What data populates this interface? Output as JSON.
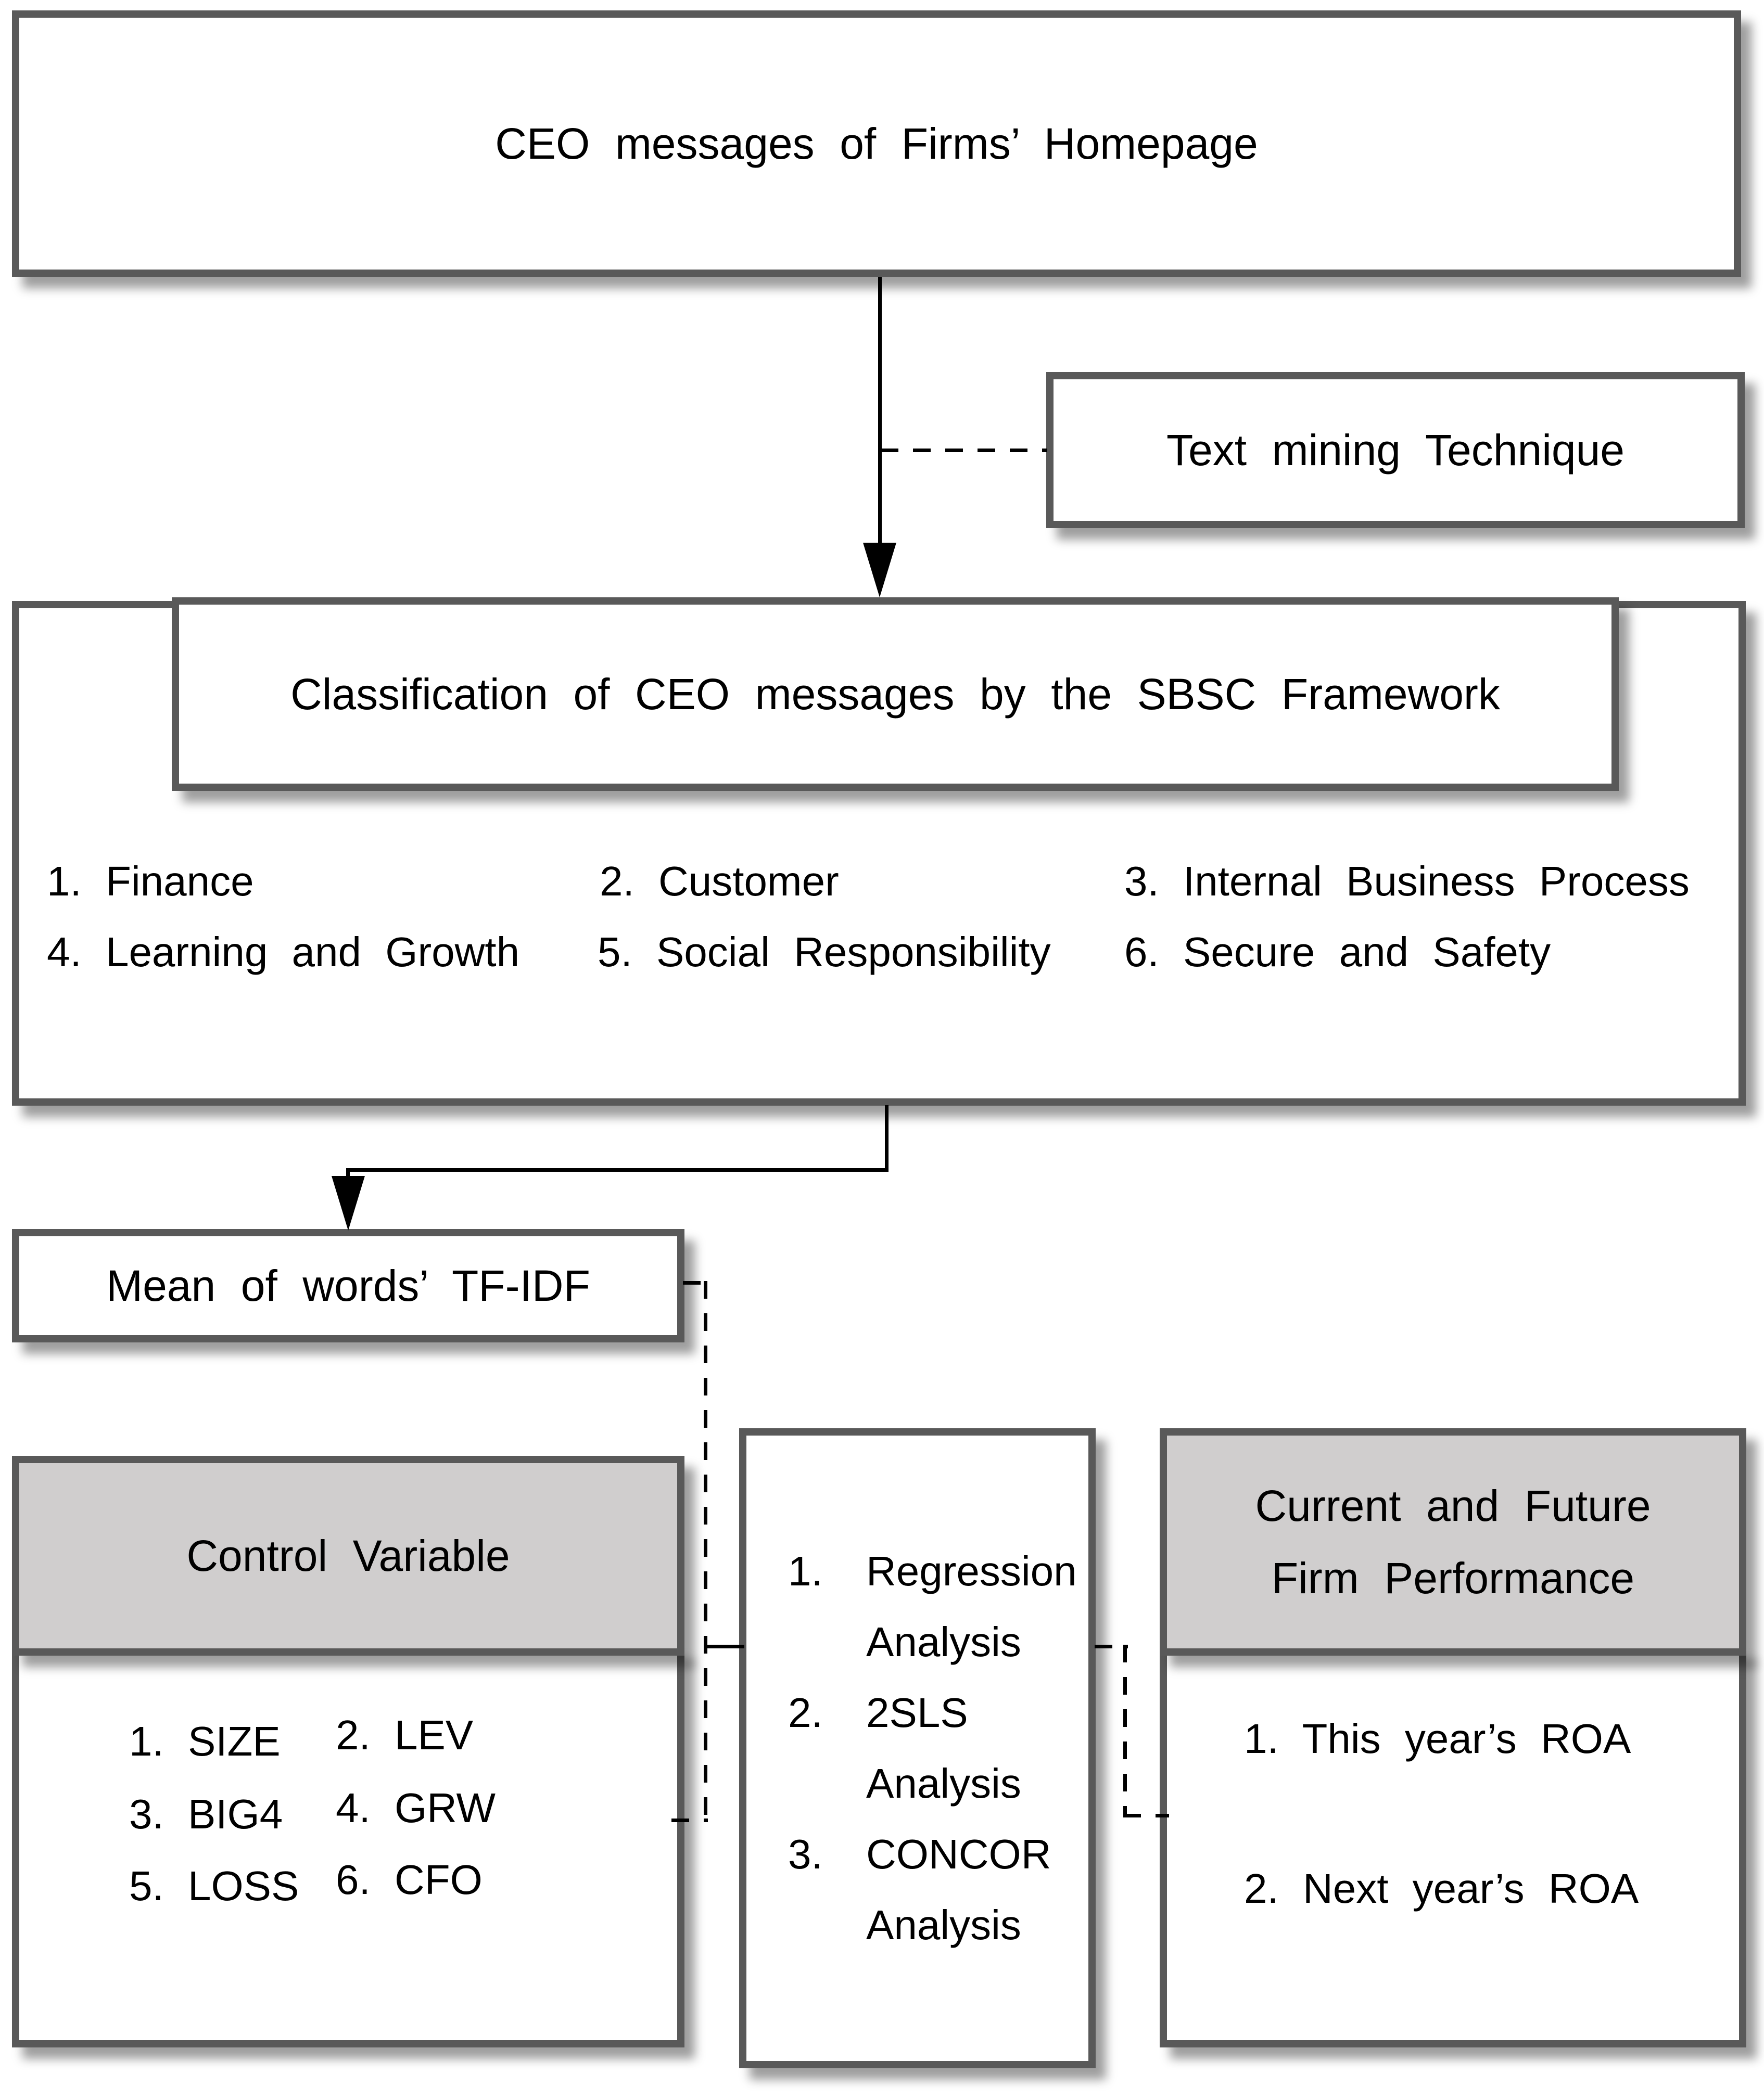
{
  "colors": {
    "border": "#595959",
    "header_fill": "#d0cece",
    "line": "#000000",
    "background": "#ffffff"
  },
  "top_box": {
    "label": "CEO messages of Firms’ Homepage"
  },
  "text_mining_box": {
    "label": "Text mining Technique"
  },
  "classification": {
    "header": "Classification of CEO messages by the SBSC Framework",
    "items": [
      "1. Finance",
      "2. Customer",
      "3. Internal Business Process",
      "4. Learning and Growth",
      "5. Social Responsibility",
      "6. Secure and Safety"
    ]
  },
  "tfidf_box": {
    "label": "Mean of words’ TF-IDF"
  },
  "control": {
    "header": "Control Variable",
    "items": [
      "1. SIZE",
      "2. LEV",
      "3. BIG4",
      "4. GRW",
      "5. LOSS",
      "6. CFO"
    ]
  },
  "analysis": {
    "items": [
      {
        "num": "1.",
        "label": "Regression Analysis"
      },
      {
        "num": "2.",
        "label": "2SLS Analysis"
      },
      {
        "num": "3.",
        "label": "CONCOR Analysis"
      }
    ]
  },
  "performance": {
    "header_line1": "Current and Future",
    "header_line2": "Firm Performance",
    "items": [
      "1. This year’s ROA",
      "2. Next year’s ROA"
    ]
  }
}
